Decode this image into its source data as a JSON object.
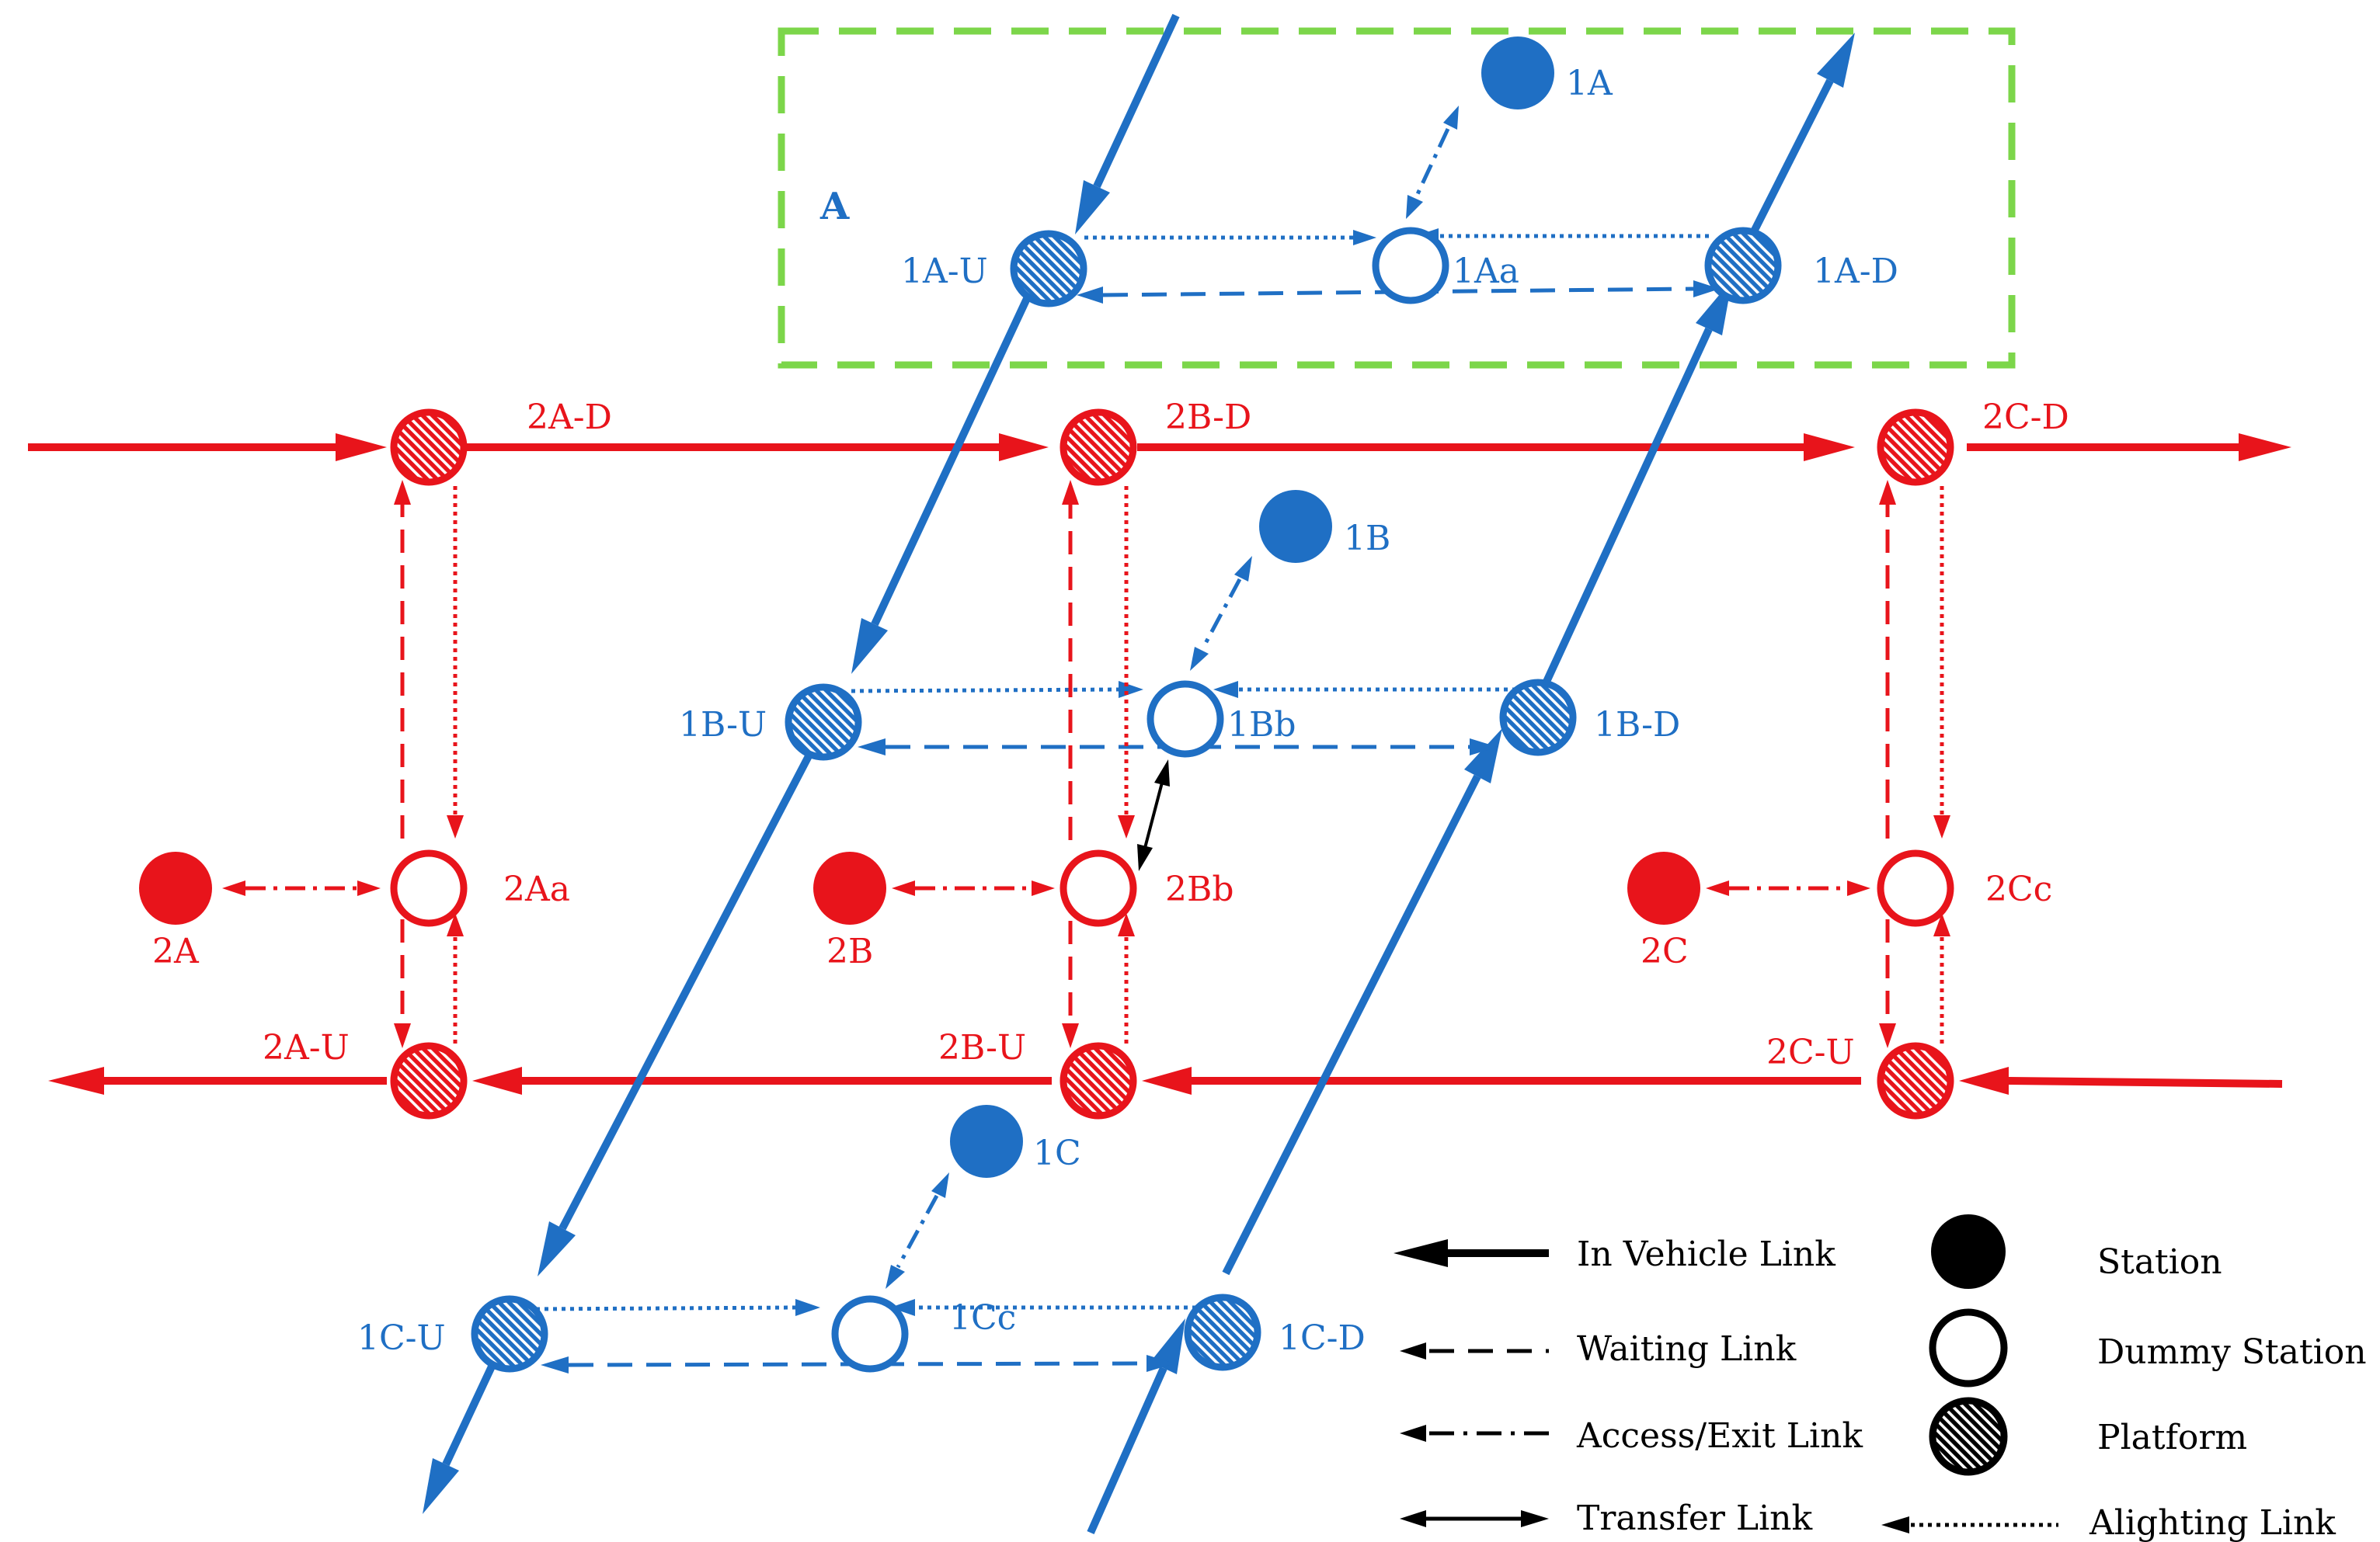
{
  "colors": {
    "blue": "#1f6fc4",
    "red": "#e8141b",
    "green": "#7cd64a",
    "black": "#000000"
  },
  "region": {
    "label": "A"
  },
  "stations": [
    {
      "id": "1A",
      "label": "1A",
      "line": "blue"
    },
    {
      "id": "1B",
      "label": "1B",
      "line": "blue"
    },
    {
      "id": "1C",
      "label": "1C",
      "line": "blue"
    },
    {
      "id": "2A",
      "label": "2A",
      "line": "red"
    },
    {
      "id": "2B",
      "label": "2B",
      "line": "red"
    },
    {
      "id": "2C",
      "label": "2C",
      "line": "red"
    }
  ],
  "dummy_stations": [
    {
      "id": "1Aa",
      "label": "1Aa",
      "line": "blue"
    },
    {
      "id": "1Bb",
      "label": "1Bb",
      "line": "blue"
    },
    {
      "id": "1Cc",
      "label": "1Cc",
      "line": "blue"
    },
    {
      "id": "2Aa",
      "label": "2Aa",
      "line": "red"
    },
    {
      "id": "2Bb",
      "label": "2Bb",
      "line": "red"
    },
    {
      "id": "2Cc",
      "label": "2Cc",
      "line": "red"
    }
  ],
  "platforms": [
    {
      "id": "1A-U",
      "label": "1A-U",
      "line": "blue"
    },
    {
      "id": "1A-D",
      "label": "1A-D",
      "line": "blue"
    },
    {
      "id": "1B-U",
      "label": "1B-U",
      "line": "blue"
    },
    {
      "id": "1B-D",
      "label": "1B-D",
      "line": "blue"
    },
    {
      "id": "1C-U",
      "label": "1C-U",
      "line": "blue"
    },
    {
      "id": "1C-D",
      "label": "1C-D",
      "line": "blue"
    },
    {
      "id": "2A-D",
      "label": "2A-D",
      "line": "red"
    },
    {
      "id": "2B-D",
      "label": "2B-D",
      "line": "red"
    },
    {
      "id": "2C-D",
      "label": "2C-D",
      "line": "red"
    },
    {
      "id": "2A-U",
      "label": "2A-U",
      "line": "red"
    },
    {
      "id": "2B-U",
      "label": "2B-U",
      "line": "red"
    },
    {
      "id": "2C-U",
      "label": "2C-U",
      "line": "red"
    }
  ],
  "legend": {
    "in_vehicle_link": "In Vehicle Link",
    "waiting_link": "Waiting Link",
    "access_exit_link": "Access/Exit Link",
    "transfer_link": "Transfer Link",
    "alighting_link": "Alighting Link",
    "station": "Station",
    "dummy_station": "Dummy Station",
    "platform": "Platform"
  }
}
